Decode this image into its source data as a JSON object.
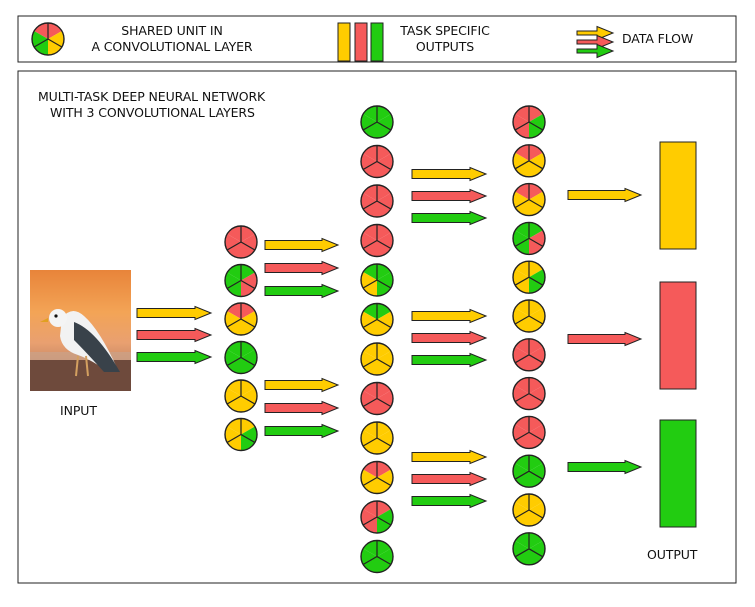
{
  "legend": {
    "shared_unit_label": [
      "SHARED UNIT IN",
      "A CONVOLUTIONAL LAYER"
    ],
    "task_outputs_label": [
      "TASK SPECIFIC",
      "OUTPUTS"
    ],
    "data_flow_label": "DATA FLOW"
  },
  "title": [
    "MULTI-TASK DEEP NEURAL NETWORK",
    "WITH 3 CONVOLUTIONAL LAYERS"
  ],
  "input_label": "INPUT",
  "output_label": "OUTPUT",
  "colors": {
    "yellow": "#ffcc00",
    "red": "#f55a5a",
    "green": "#22cc11",
    "border": "#222222"
  },
  "tasks": [
    "yellow",
    "red",
    "green"
  ],
  "layers": [
    [
      "rrr",
      "grg",
      "ryy",
      "ggg",
      "yyy",
      "ygy"
    ],
    [
      "ggg",
      "rrr",
      "rrr",
      "rrr",
      "ggy",
      "gyy",
      "yyy",
      "rrr",
      "yyy",
      "ryy",
      "rgr",
      "ggg"
    ],
    [
      "rgr",
      "ryy",
      "ryy",
      "grg",
      "ygy",
      "yyy",
      "rrr",
      "rrr",
      "rrr",
      "ggg",
      "yyy",
      "ggg"
    ]
  ]
}
